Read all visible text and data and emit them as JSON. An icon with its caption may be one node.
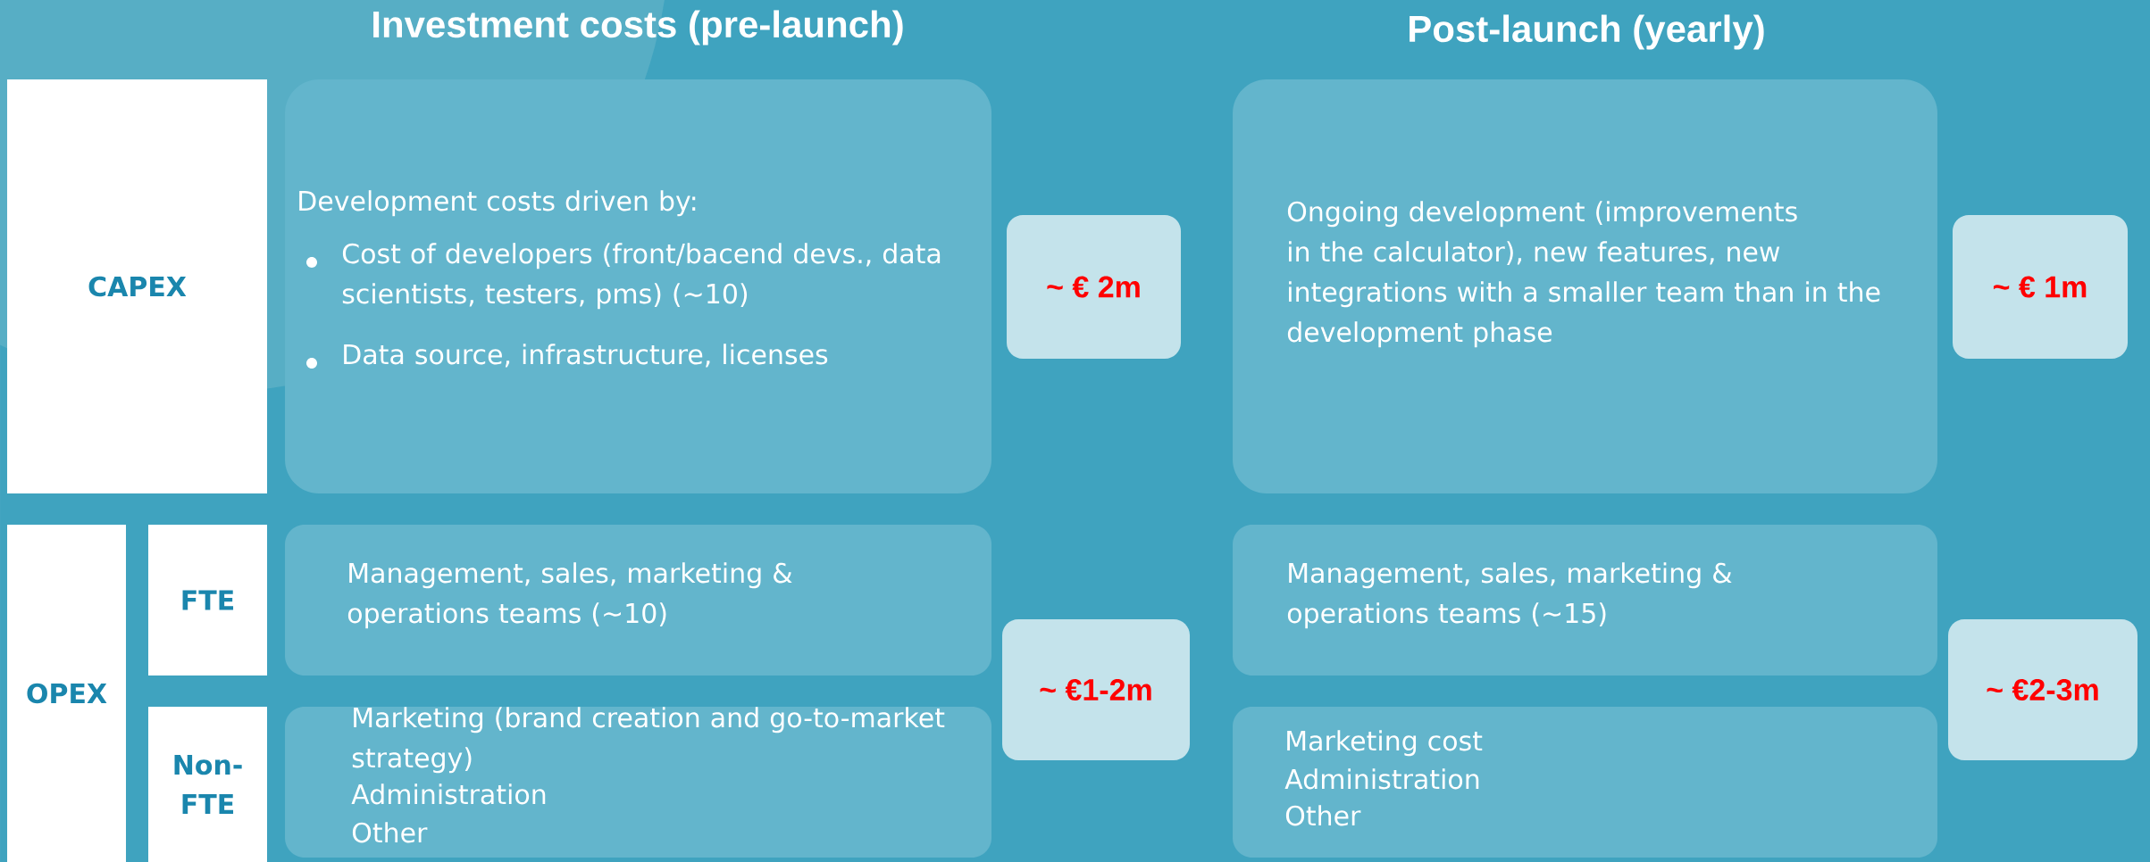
{
  "diagram": {
    "nodes": [
      {
        "text": [
          "CAPEX"
        ]
      },
      {
        "text": [
          "Development costs driven by:",
          "Cost of developers (front/bacend devs., data scientists, testers, pms) (~10)",
          "Data source, infrastructure, licenses"
        ]
      },
      {
        "text": [
          "~ € 2m"
        ]
      },
      {
        "text": [
          "Ongoing development (improvements in the calculator), new features, new integrations with a smaller team than in the development phase"
        ]
      },
      {
        "text": [
          "~ € 1m"
        ]
      },
      {
        "text": [
          "OPEX"
        ]
      },
      {
        "text": [
          "FTE"
        ]
      },
      {
        "text": [
          "Management, sales, marketing & operations teams (~10)"
        ]
      },
      {
        "text": [
          "~ €1-2m"
        ]
      },
      {
        "text": [
          "Management, sales, marketing & operations teams (~15)"
        ]
      },
      {
        "text": [
          "~ €2-3m"
        ]
      },
      {
        "text": [
          "Non-FTE"
        ]
      },
      {
        "text": [
          "Marketing (brand creation and go-to-market strategy)",
          "Administration",
          "Other"
        ]
      },
      {
        "text": [
          "Marketing cost",
          "Administration",
          "Other"
        ]
      }
    ],
    "labels": [
      "Investment costs (pre-launch)",
      "Post-launch (yearly)"
    ]
  }
}
